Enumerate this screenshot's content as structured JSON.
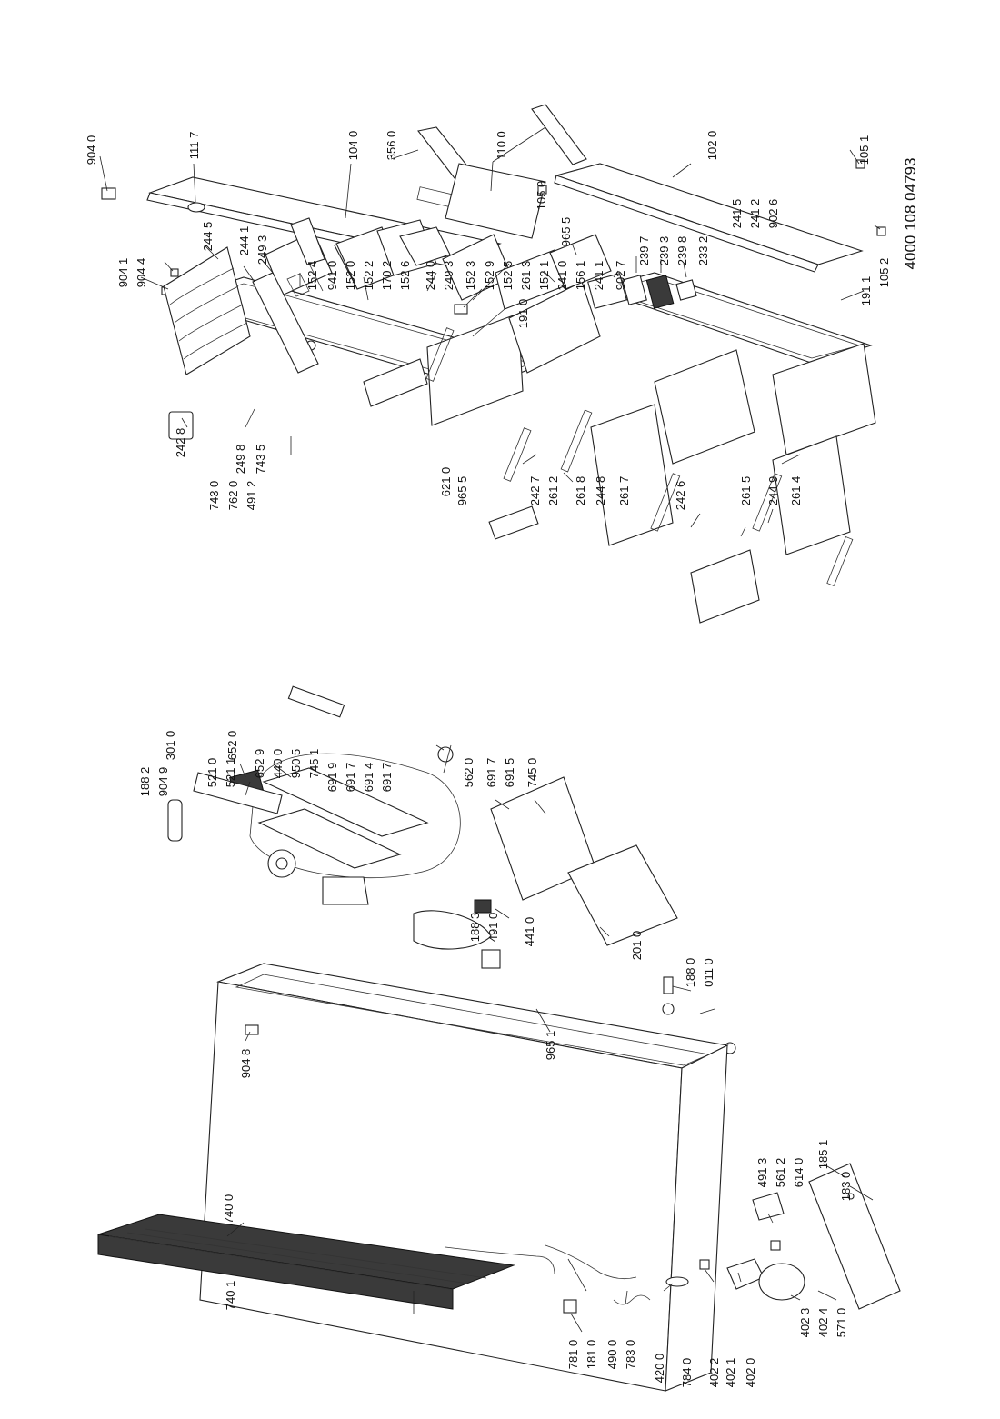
{
  "document_number": "4000 108 04793",
  "part_labels": [
    "904 0",
    "111 7",
    "104 0",
    "356 0",
    "110 0",
    "102 0",
    "105 1",
    "904 1",
    "904 4",
    "191 0",
    "105 0",
    "965 5",
    "191 1",
    "105 2",
    "244 5",
    "244 1",
    "249 3",
    "152 4",
    "941 0",
    "152 0",
    "152 2",
    "170 2",
    "152 6",
    "244 0",
    "249 3",
    "152 3",
    "152 9",
    "152 5",
    "261 3",
    "152 1",
    "241 0",
    "156 1",
    "241 1",
    "902 7",
    "239 7",
    "239 3",
    "239 8",
    "233 2",
    "242 8",
    "249 8",
    "743 5",
    "743 0",
    "762 0",
    "491 2",
    "621 0",
    "965 5",
    "242 7",
    "261 2",
    "261 8",
    "244 8",
    "261 7",
    "242 6",
    "241 5",
    "241 2",
    "902 6",
    "261 5",
    "244 9",
    "261 4",
    "301 0",
    "652 0",
    "188 2",
    "904 9",
    "521 0",
    "521 1",
    "652 9",
    "440 0",
    "950 5",
    "745 1",
    "691 9",
    "691 7",
    "691 4",
    "691 7",
    "562 0",
    "691 7",
    "691 5",
    "745 0",
    "188 3",
    "491 0",
    "441 0",
    "201 0",
    "188 0",
    "011 0",
    "904 8",
    "965 1",
    "740 0",
    "740 1",
    "781 0",
    "181 0",
    "490 0",
    "783 0",
    "420 0",
    "784 0",
    "402 2",
    "402 1",
    "402 0",
    "491 3",
    "561 2",
    "614 0",
    "185 1",
    "183 0",
    "402 3",
    "402 4",
    "571 0"
  ]
}
